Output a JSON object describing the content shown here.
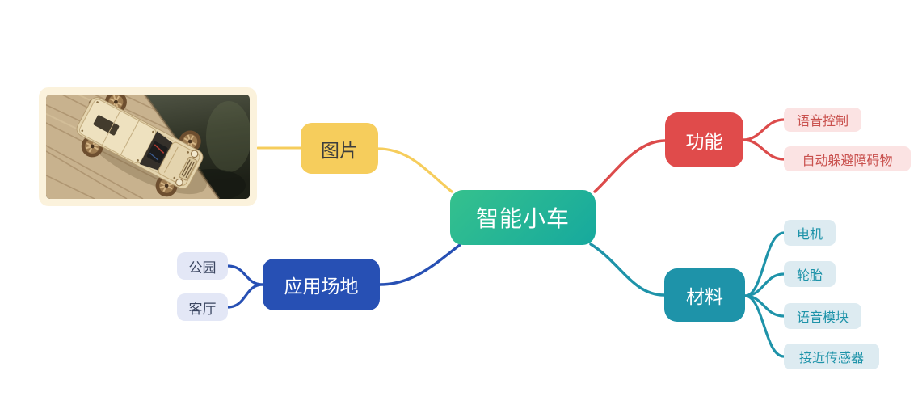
{
  "mindmap": {
    "root": {
      "label": "智能小车"
    },
    "branches": [
      {
        "label": "图片",
        "children": [],
        "attachment": {
          "name": "wooden-toy-car-photo"
        }
      },
      {
        "label": "功能",
        "children": [
          {
            "label": "语音控制"
          },
          {
            "label": "自动躲避障碍物"
          }
        ]
      },
      {
        "label": "材料",
        "children": [
          {
            "label": "电机"
          },
          {
            "label": "轮胎"
          },
          {
            "label": "语音模块"
          },
          {
            "label": "接近传感器"
          }
        ]
      },
      {
        "label": "应用场地",
        "children": [
          {
            "label": "公园"
          },
          {
            "label": "客厅"
          }
        ]
      }
    ]
  },
  "colors": {
    "canvas_bg": "#ffffff",
    "root_gradient_start": "#35c18d",
    "root_gradient_end": "#16a99e",
    "root_text": "#ffffff",
    "image_branch": "#f6cd5c",
    "image_branch_text": "#3d3d3d",
    "features_branch": "#e04b4b",
    "features_child_bg": "#fbe3e3",
    "features_child_text": "#c9514e",
    "materials_branch": "#1e93a9",
    "materials_child_bg": "#ddebf1",
    "materials_child_text": "#1e93a9",
    "venues_branch": "#2750b4",
    "venues_child_bg": "#e3e7f6",
    "venues_child_text": "#3a4560",
    "photo_frame_bg": "#fbf2dc"
  }
}
